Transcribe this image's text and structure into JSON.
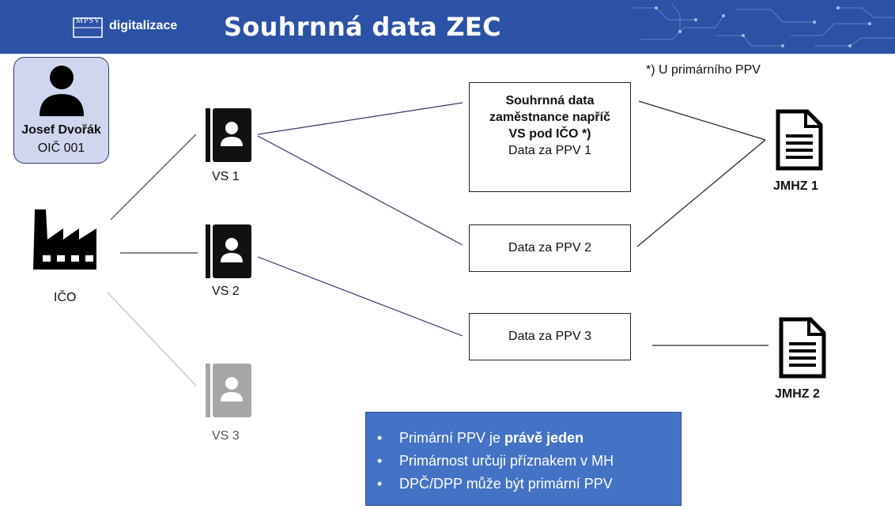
{
  "header": {
    "logo_text": "MPSV",
    "brand": "digitalizace",
    "title": "Souhrnná data ZEC",
    "background_color": "#2c52a6"
  },
  "person": {
    "icon": "person-icon",
    "name": "Josef Dvořák",
    "id": "OIČ 001",
    "card_color": "#d0d6ee"
  },
  "employer": {
    "icon": "factory-icon",
    "label": "IČO"
  },
  "contracts": [
    {
      "label": "VS 1",
      "icon": "contact-book-icon",
      "color": "#111111"
    },
    {
      "label": "VS 2",
      "icon": "contact-book-icon",
      "color": "#111111"
    },
    {
      "label": "VS 3",
      "icon": "contact-book-icon",
      "color": "#a6a6a6"
    }
  ],
  "data_boxes": {
    "summary_title": "Souhrnná data zaměstnance napříč VS pod IČO *)",
    "ppv1": "Data za PPV 1",
    "ppv2": "Data za PPV 2",
    "ppv3": "Data za PPV 3"
  },
  "reports": [
    {
      "label": "JMHZ 1",
      "icon": "document-icon"
    },
    {
      "label": "JMHZ 2",
      "icon": "document-icon"
    }
  ],
  "note": "*) U primárního PPV",
  "info": {
    "color": "#4472c4",
    "bullet": "•",
    "item1_prefix": "Primární PPV je ",
    "item1_bold": "právě jeden",
    "item2": "Primárnost určuji příznakem v MH",
    "item3": "DPČ/DPP může být primární PPV"
  }
}
